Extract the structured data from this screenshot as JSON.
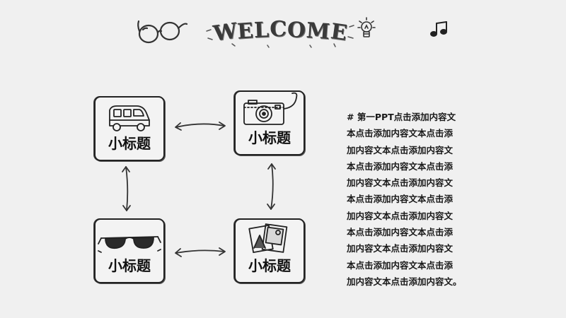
{
  "header": {
    "title": "WELCOME"
  },
  "cards": [
    {
      "title": "小标题",
      "icon": "car-icon"
    },
    {
      "title": "小标题",
      "icon": "camera-icon"
    },
    {
      "title": "小标题",
      "icon": "sunglasses-icon"
    },
    {
      "title": "小标题",
      "icon": "photos-icon"
    }
  ],
  "decorations": [
    "glasses-icon",
    "lightbulb-icon",
    "music-note-icon"
  ],
  "body": {
    "lines": [
      "# 第一PPT点击添加内容文",
      "本点击添加内容文本点击添",
      "加内容文本点击添加内容文",
      "本点击添加内容文本点击添",
      "加内容文本点击添加内容文",
      "本点击添加内容文本点击添",
      "加内容文本点击添加内容文",
      "本点击添加内容文本点击添",
      "加内容文本点击添加内容文",
      "本点击添加内容文本点击添",
      "加内容文本点击添加内容文。"
    ]
  }
}
